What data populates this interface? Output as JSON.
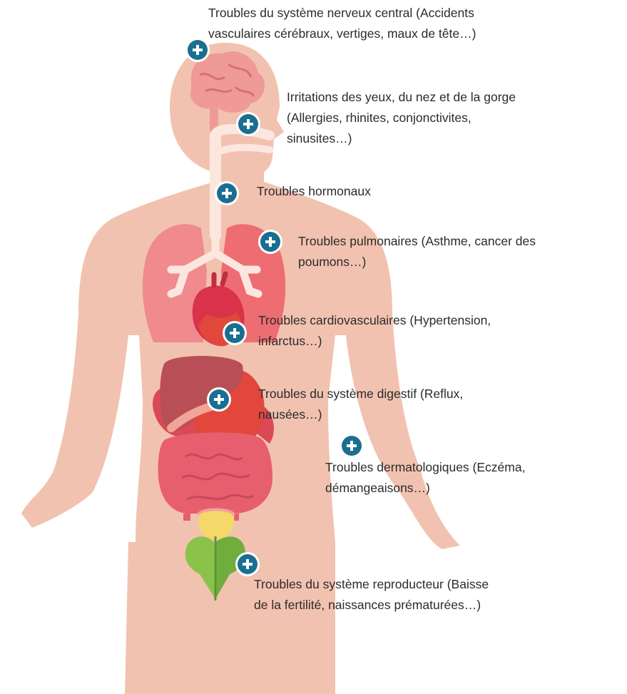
{
  "colors": {
    "skin": "#f2c2b0",
    "plus_marker": "#1a6f91",
    "lungs": "#ee6d72",
    "heart": "#d9324a",
    "liver": "#b94f56",
    "stomach": "#e2473c",
    "intestines": "#e75f6e",
    "bladder": "#f4d86a",
    "reproductive": "#6fae3c"
  },
  "callouts": [
    {
      "id": "nervous",
      "icon": "plus-icon",
      "lines": [
        "Troubles du système nerveux central (Accidents",
        "vasculaires cérébraux, vertiges, maux de tête…)"
      ]
    },
    {
      "id": "eyes",
      "icon": "plus-icon",
      "lines": [
        "Irritations des yeux, du nez et de la gorge",
        "(Allergies, rhinites, conjonctivites,",
        "sinusites…)"
      ]
    },
    {
      "id": "hormonal",
      "icon": "plus-icon",
      "lines": [
        "Troubles hormonaux"
      ]
    },
    {
      "id": "pulmonary",
      "icon": "plus-icon",
      "lines": [
        "Troubles pulmonaires (Asthme, cancer des",
        "poumons…)"
      ]
    },
    {
      "id": "cardio",
      "icon": "plus-icon",
      "lines": [
        "Troubles cardiovasculaires (Hypertension,",
        "infarctus…)"
      ]
    },
    {
      "id": "digestive",
      "icon": "plus-icon",
      "lines": [
        "Troubles du système digestif (Reflux,",
        "nausées…)"
      ]
    },
    {
      "id": "skin",
      "icon": "plus-icon",
      "lines": [
        "Troubles dermatologiques (Eczéma,",
        "démangeaisons…)"
      ]
    },
    {
      "id": "reproductive",
      "icon": "plus-icon",
      "lines": [
        "Troubles du système reproducteur (Baisse",
        "de la fertilité, naissances prématurées…)"
      ]
    }
  ]
}
